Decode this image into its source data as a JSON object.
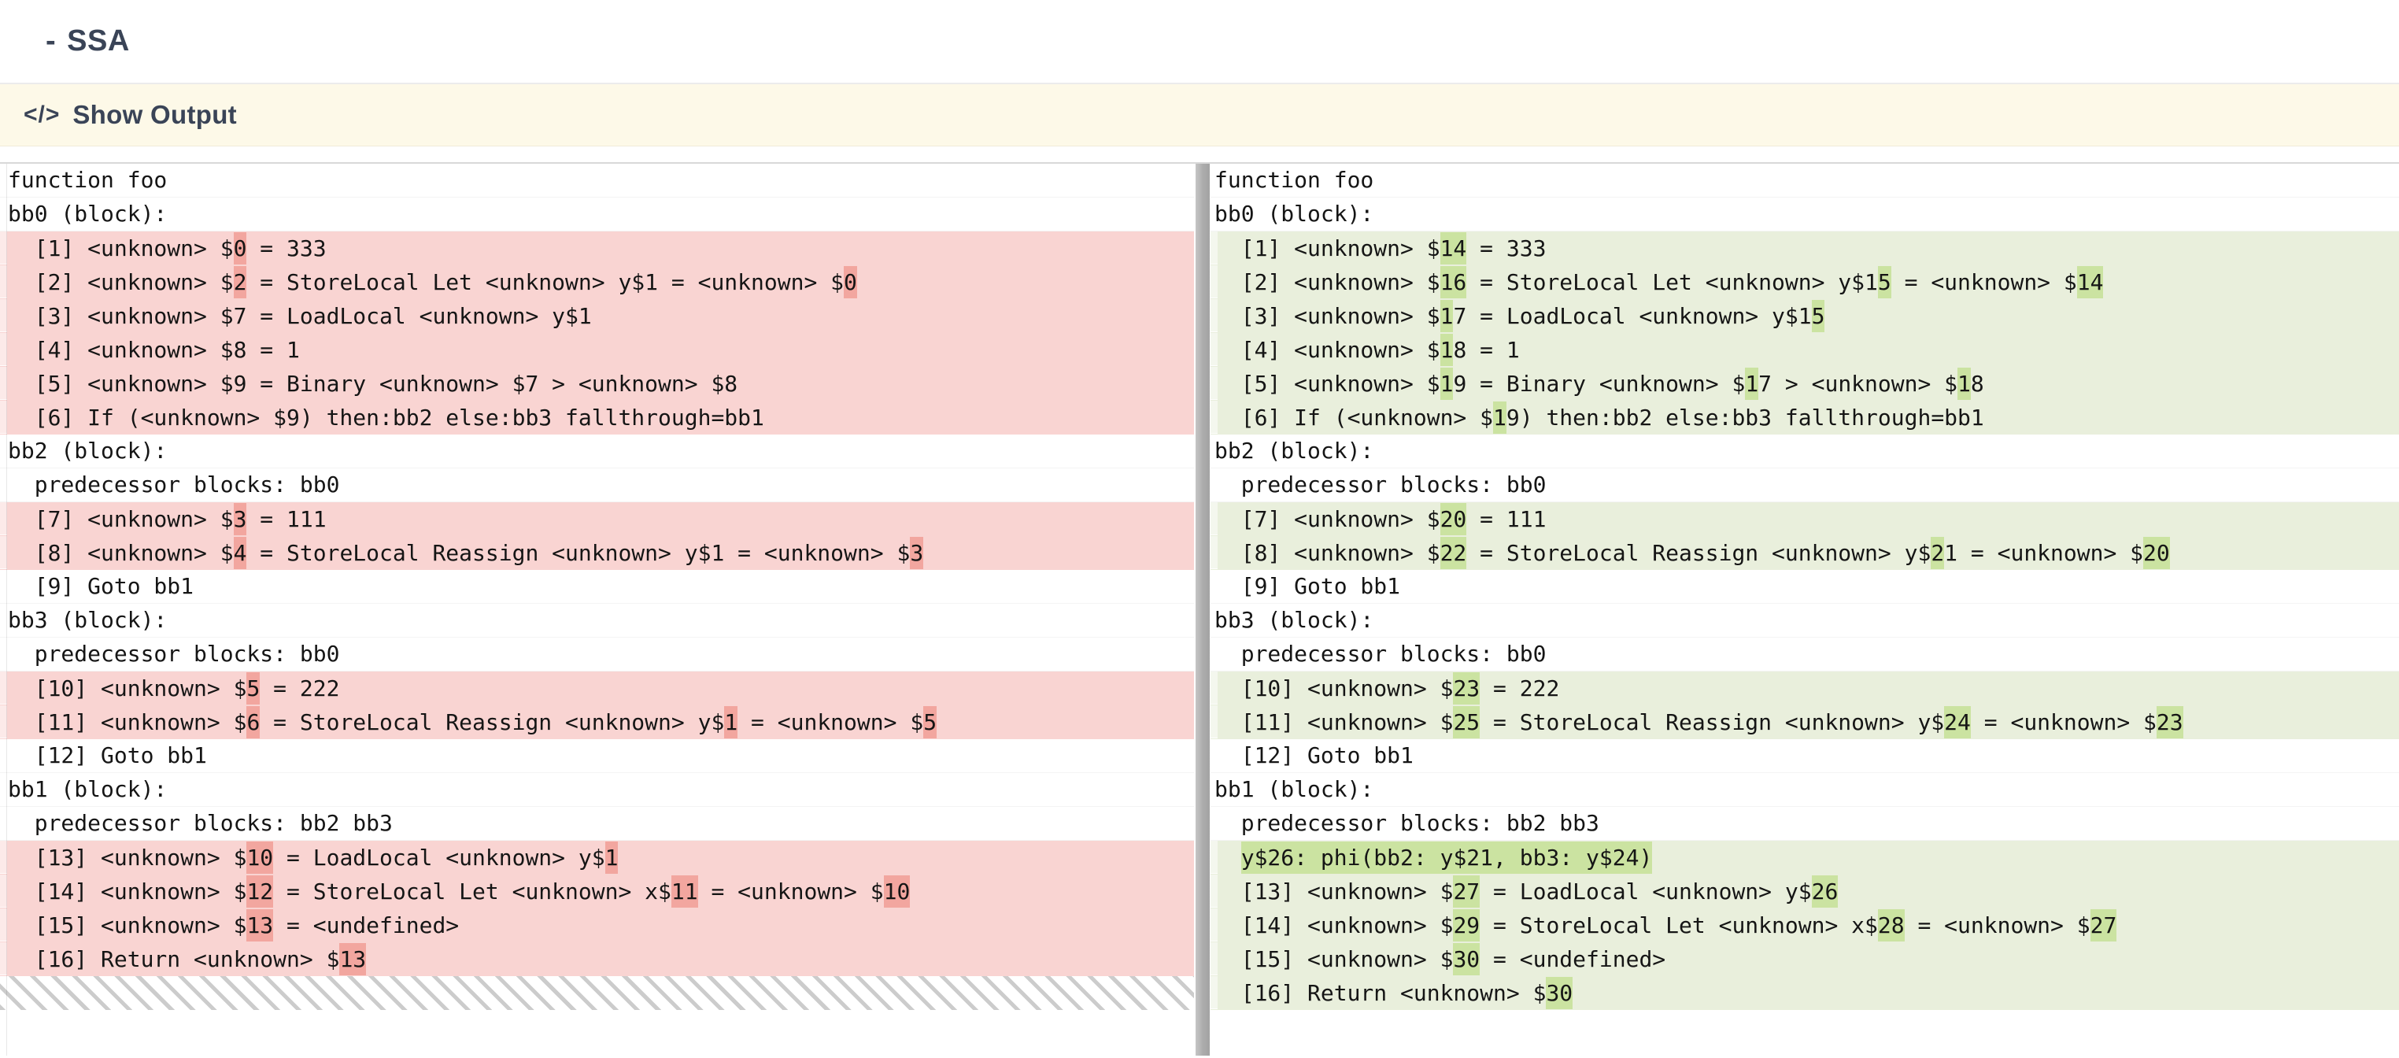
{
  "header": {
    "collapse_marker": "-",
    "title": "SSA"
  },
  "output_bar": {
    "icon": "</>",
    "label": "Show Output"
  },
  "colors": {
    "removed_row": "#f9d4d2",
    "removed_char": "#f2a69f",
    "added_row": "#e9efdc",
    "added_char": "#cbe3a1",
    "bar_bg": "#fdf9e8",
    "heading_text": "#3a4457",
    "divider": "#adadad"
  },
  "diff": {
    "left": {
      "rows": [
        {
          "type": "context",
          "segs": [
            "function foo"
          ]
        },
        {
          "type": "context",
          "segs": [
            "bb0 (block):"
          ]
        },
        {
          "type": "removed",
          "segs": [
            "  [1] <unknown> $",
            [
              "0"
            ],
            " = 333"
          ]
        },
        {
          "type": "removed",
          "segs": [
            "  [2] <unknown> $",
            [
              "2"
            ],
            " = StoreLocal Let <unknown> y$1 = <unknown> $",
            [
              "0"
            ]
          ]
        },
        {
          "type": "removed",
          "segs": [
            "  [3] <unknown> $7 = LoadLocal <unknown> y$1"
          ]
        },
        {
          "type": "removed",
          "segs": [
            "  [4] <unknown> $8 = 1"
          ]
        },
        {
          "type": "removed",
          "segs": [
            "  [5] <unknown> $9 = Binary <unknown> $7 > <unknown> $8"
          ]
        },
        {
          "type": "removed",
          "segs": [
            "  [6] If (<unknown> $9) then:bb2 else:bb3 fallthrough=bb1"
          ]
        },
        {
          "type": "context",
          "segs": [
            "bb2 (block):"
          ]
        },
        {
          "type": "context",
          "segs": [
            "  predecessor blocks: bb0"
          ]
        },
        {
          "type": "removed",
          "segs": [
            "  [7] <unknown> $",
            [
              "3"
            ],
            " = 111"
          ]
        },
        {
          "type": "removed",
          "segs": [
            "  [8] <unknown> $",
            [
              "4"
            ],
            " = StoreLocal Reassign <unknown> y$1 = <unknown> $",
            [
              "3"
            ]
          ]
        },
        {
          "type": "context",
          "segs": [
            "  [9] Goto bb1"
          ]
        },
        {
          "type": "context",
          "segs": [
            "bb3 (block):"
          ]
        },
        {
          "type": "context",
          "segs": [
            "  predecessor blocks: bb0"
          ]
        },
        {
          "type": "removed",
          "segs": [
            "  [10] <unknown> $",
            [
              "5"
            ],
            " = 222"
          ]
        },
        {
          "type": "removed",
          "segs": [
            "  [11] <unknown> $",
            [
              "6"
            ],
            " = StoreLocal Reassign <unknown> y$",
            [
              "1"
            ],
            " = <unknown> $",
            [
              "5"
            ]
          ]
        },
        {
          "type": "context",
          "segs": [
            "  [12] Goto bb1"
          ]
        },
        {
          "type": "context",
          "segs": [
            "bb1 (block):"
          ]
        },
        {
          "type": "context",
          "segs": [
            "  predecessor blocks: bb2 bb3"
          ]
        },
        {
          "type": "removed",
          "segs": [
            "  [13] <unknown> $",
            [
              "10"
            ],
            " = LoadLocal <unknown> y$",
            [
              "1"
            ]
          ]
        },
        {
          "type": "removed",
          "segs": [
            "  [14] <unknown> $",
            [
              "12"
            ],
            " = StoreLocal Let <unknown> x$",
            [
              "11"
            ],
            " = <unknown> $",
            [
              "10"
            ]
          ]
        },
        {
          "type": "removed",
          "segs": [
            "  [15] <unknown> $",
            [
              "13"
            ],
            " = <undefined>"
          ]
        },
        {
          "type": "removed",
          "segs": [
            "  [16] Return <unknown> $",
            [
              "13"
            ]
          ]
        },
        {
          "type": "hatch",
          "segs": []
        }
      ]
    },
    "right": {
      "rows": [
        {
          "type": "context",
          "segs": [
            "function foo"
          ]
        },
        {
          "type": "context",
          "segs": [
            "bb0 (block):"
          ]
        },
        {
          "type": "added",
          "segs": [
            "  [1] <unknown> $",
            [
              "14"
            ],
            " = 333"
          ]
        },
        {
          "type": "added",
          "segs": [
            "  [2] <unknown> $",
            [
              "16"
            ],
            " = StoreLocal Let <unknown> y$1",
            [
              "5"
            ],
            " = <unknown> $",
            [
              "14"
            ]
          ]
        },
        {
          "type": "added",
          "segs": [
            "  [3] <unknown> $",
            [
              "1"
            ],
            "7 = LoadLocal <unknown> y$1",
            [
              "5"
            ]
          ]
        },
        {
          "type": "added",
          "segs": [
            "  [4] <unknown> $",
            [
              "1"
            ],
            "8 = 1"
          ]
        },
        {
          "type": "added",
          "segs": [
            "  [5] <unknown> $",
            [
              "1"
            ],
            "9 = Binary <unknown> $",
            [
              "1"
            ],
            "7 > <unknown> $",
            [
              "1"
            ],
            "8"
          ]
        },
        {
          "type": "added",
          "segs": [
            "  [6] If (<unknown> $",
            [
              "1"
            ],
            "9) then:bb2 else:bb3 fallthrough=bb1"
          ]
        },
        {
          "type": "context",
          "segs": [
            "bb2 (block):"
          ]
        },
        {
          "type": "context",
          "segs": [
            "  predecessor blocks: bb0"
          ]
        },
        {
          "type": "added",
          "segs": [
            "  [7] <unknown> $",
            [
              "20"
            ],
            " = 111"
          ]
        },
        {
          "type": "added",
          "segs": [
            "  [8] <unknown> $",
            [
              "22"
            ],
            " = StoreLocal Reassign <unknown> y$",
            [
              "2"
            ],
            "1 = <unknown> $",
            [
              "20"
            ]
          ]
        },
        {
          "type": "context",
          "segs": [
            "  [9] Goto bb1"
          ]
        },
        {
          "type": "context",
          "segs": [
            "bb3 (block):"
          ]
        },
        {
          "type": "context",
          "segs": [
            "  predecessor blocks: bb0"
          ]
        },
        {
          "type": "added",
          "segs": [
            "  [10] <unknown> $",
            [
              "23"
            ],
            " = 222"
          ]
        },
        {
          "type": "added",
          "segs": [
            "  [11] <unknown> $",
            [
              "25"
            ],
            " = StoreLocal Reassign <unknown> y$",
            [
              "24"
            ],
            " = <unknown> $",
            [
              "23"
            ]
          ]
        },
        {
          "type": "context",
          "segs": [
            "  [12] Goto bb1"
          ]
        },
        {
          "type": "context",
          "segs": [
            "bb1 (block):"
          ]
        },
        {
          "type": "context",
          "segs": [
            "  predecessor blocks: bb2 bb3"
          ]
        },
        {
          "type": "added",
          "segs": [
            "  ",
            [
              "y$26: phi(bb2: y$21, bb3: y$24)"
            ]
          ]
        },
        {
          "type": "added",
          "segs": [
            "  [13] <unknown> $",
            [
              "27"
            ],
            " = LoadLocal <unknown> y$",
            [
              "26"
            ]
          ]
        },
        {
          "type": "added",
          "segs": [
            "  [14] <unknown> $",
            [
              "29"
            ],
            " = StoreLocal Let <unknown> x$",
            [
              "28"
            ],
            " = <unknown> $",
            [
              "27"
            ]
          ]
        },
        {
          "type": "added",
          "segs": [
            "  [15] <unknown> $",
            [
              "30"
            ],
            " = <undefined>"
          ]
        },
        {
          "type": "added",
          "segs": [
            "  [16] Return <unknown> $",
            [
              "30"
            ]
          ]
        }
      ]
    }
  }
}
